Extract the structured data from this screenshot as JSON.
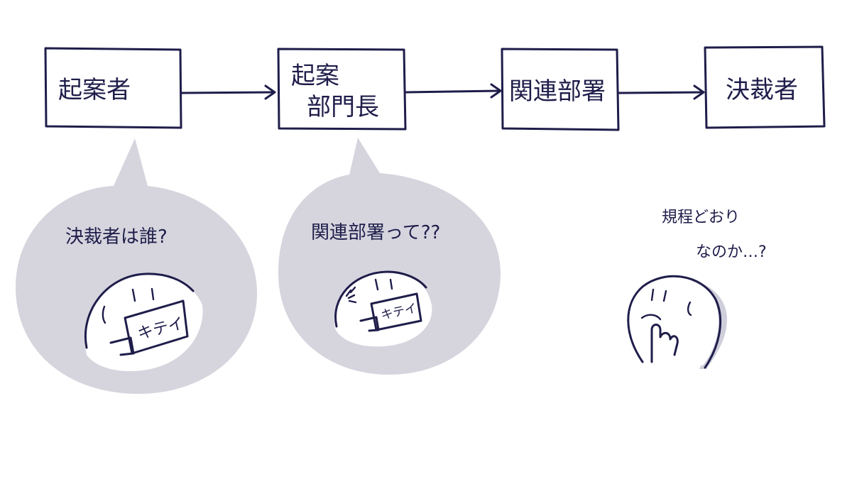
{
  "flow": {
    "steps": [
      {
        "label_lines": [
          "起案者"
        ]
      },
      {
        "label_lines": [
          "起案",
          "部門長"
        ]
      },
      {
        "label_lines": [
          "関連部署"
        ]
      },
      {
        "label_lines": [
          "決裁者"
        ]
      }
    ]
  },
  "bubbles": [
    {
      "text": "決裁者は誰?",
      "card": "キテイ"
    },
    {
      "text": "関連部署って??",
      "card": "キテイ"
    }
  ],
  "thinker": {
    "line1": "規程どおり",
    "line2": "なのか…?"
  },
  "colors": {
    "ink": "#1f1d4a",
    "bubble_fill": "#d6d5de",
    "background": "#ffffff"
  }
}
